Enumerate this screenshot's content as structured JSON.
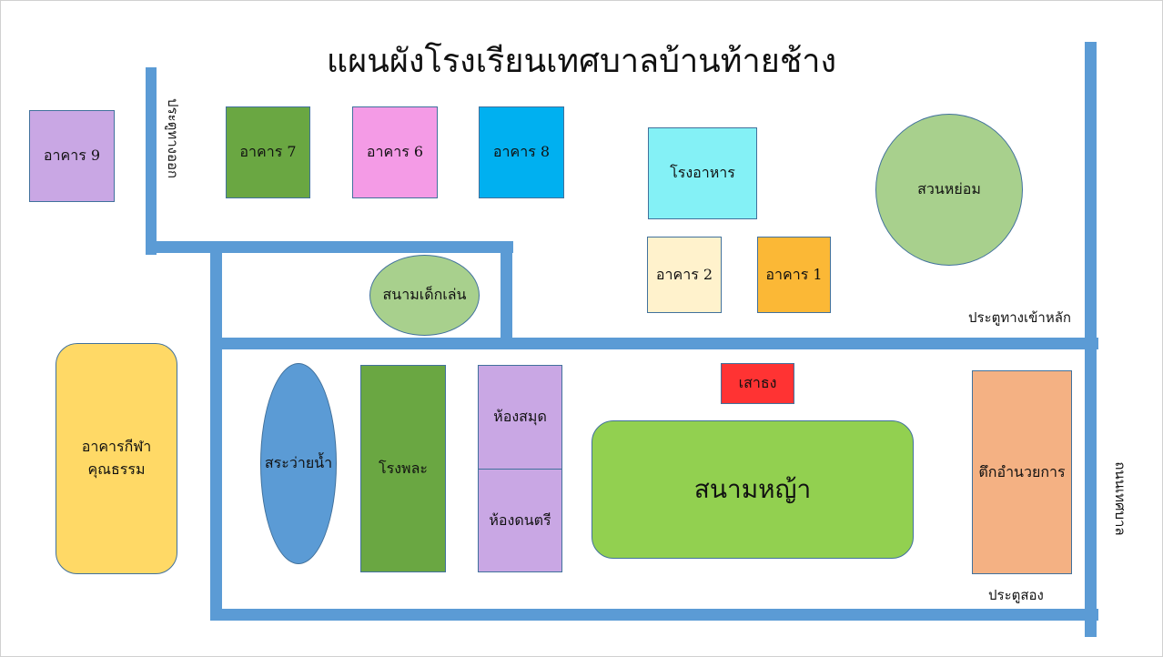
{
  "title": "แผนผังโรงเรียนเทศบาลบ้านท้ายช้าง",
  "buildings": {
    "b9": {
      "label": "อาคาร 9",
      "color": "#c9a7e4"
    },
    "b7": {
      "label": "อาคาร 7",
      "color": "#6aa742"
    },
    "b6": {
      "label": "อาคาร 6",
      "color": "#f49be6"
    },
    "b8": {
      "label": "อาคาร 8",
      "color": "#00b0f0"
    },
    "cafeteria": {
      "label": "โรงอาหาร",
      "color": "#84f1f6"
    },
    "garden": {
      "label": "สวนหย่อม",
      "color": "#a8d08d"
    },
    "b2": {
      "label": "อาคาร 2",
      "color": "#fff2cc"
    },
    "b1": {
      "label": "อาคาร 1",
      "color": "#fbb836"
    },
    "playground": {
      "label": "สนามเด็กเล่น",
      "color": "#a8d08d"
    },
    "sports": {
      "label": "อาคารกีฬาคุณธรรม",
      "color": "#ffd966"
    },
    "pool": {
      "label": "สระว่ายน้ำ",
      "color": "#5b9bd5"
    },
    "gym": {
      "label": "โรงพละ",
      "color": "#6aa742"
    },
    "library": {
      "label": "ห้องสมุด",
      "color": "#c9a7e4"
    },
    "music": {
      "label": "ห้องดนตรี",
      "color": "#c9a7e4"
    },
    "flagpole": {
      "label": "เสาธง",
      "color": "#ff3333"
    },
    "field": {
      "label": "สนามหญ้า",
      "color": "#92d050"
    },
    "admin": {
      "label": "ตึกอำนวยการ",
      "color": "#f4b183"
    }
  },
  "gates": {
    "exit": "ประตูทางออก",
    "main": "ประตูทางเข้าหลัก",
    "second": "ประตูสอง"
  },
  "street": "ถนนเทศบาล",
  "road_color": "#5b9bd5"
}
